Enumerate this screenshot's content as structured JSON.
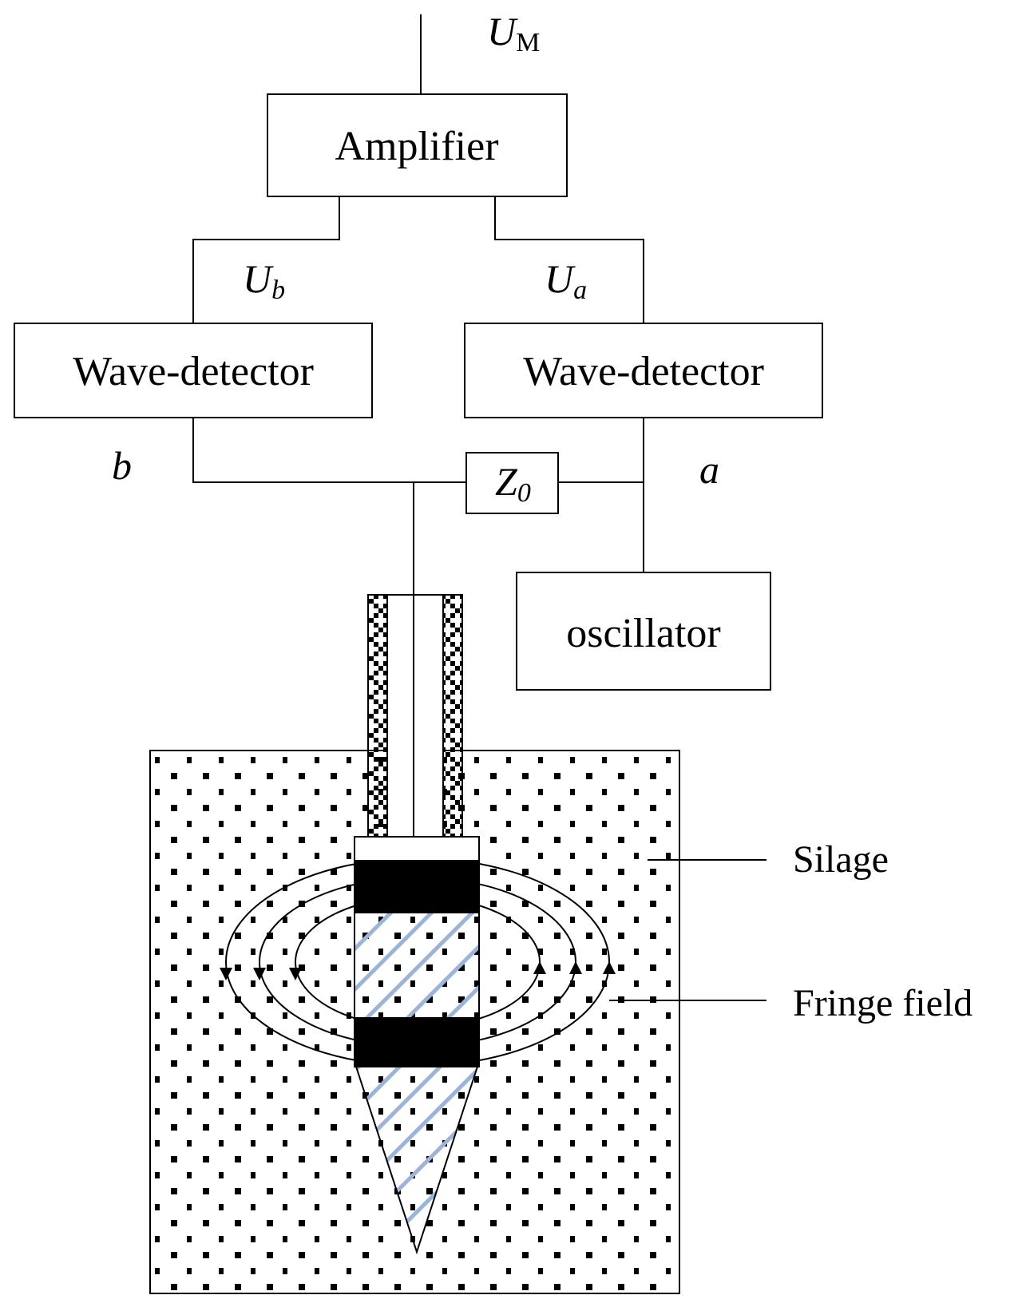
{
  "blocks": {
    "amplifier": "Amplifier",
    "detector_left": "Wave-detector",
    "detector_right": "Wave-detector",
    "oscillator": "oscillator"
  },
  "signals": {
    "um": {
      "main": "U",
      "sub": "M"
    },
    "ub": {
      "main": "U",
      "sub": "b"
    },
    "ua": {
      "main": "U",
      "sub": "a"
    },
    "node_b": "b",
    "node_a": "a",
    "z0": {
      "main": "Z",
      "sub": "0"
    }
  },
  "callouts": {
    "silage": "Silage",
    "fringe": "Fringe field"
  },
  "colors": {
    "line": "#000000",
    "electrode": "#000000",
    "hatch": "#9bb4d8",
    "background": "#ffffff"
  }
}
